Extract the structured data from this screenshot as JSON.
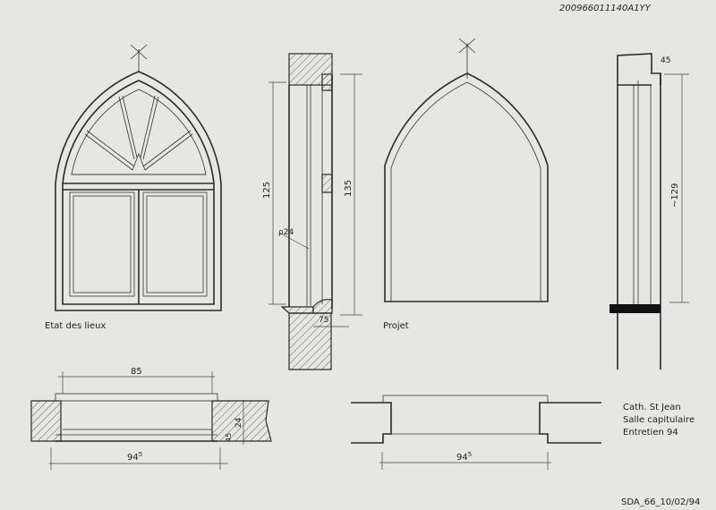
{
  "reference": "200966011140A1YY",
  "labels": {
    "existing": "Etat des lieux",
    "project": "Projet"
  },
  "dimensions": {
    "section_left_inner": "125",
    "section_left_outer": "135",
    "section_left_bar": "ρ24",
    "section_left_sill": "75",
    "section_right_height": "~129",
    "section_right_top": "45",
    "plan_left_opening": "85",
    "plan_left_overall": "94",
    "plan_left_overall_sup": "5",
    "plan_left_depth": "24",
    "plan_left_rebate": "45",
    "plan_right_overall": "94",
    "plan_right_overall_sup": "5"
  },
  "title_block": {
    "line1": "Cath. St Jean",
    "line2": "Salle capitulaire",
    "line3": "Entretien 94"
  },
  "footer": "SDA_66_10/02/94"
}
